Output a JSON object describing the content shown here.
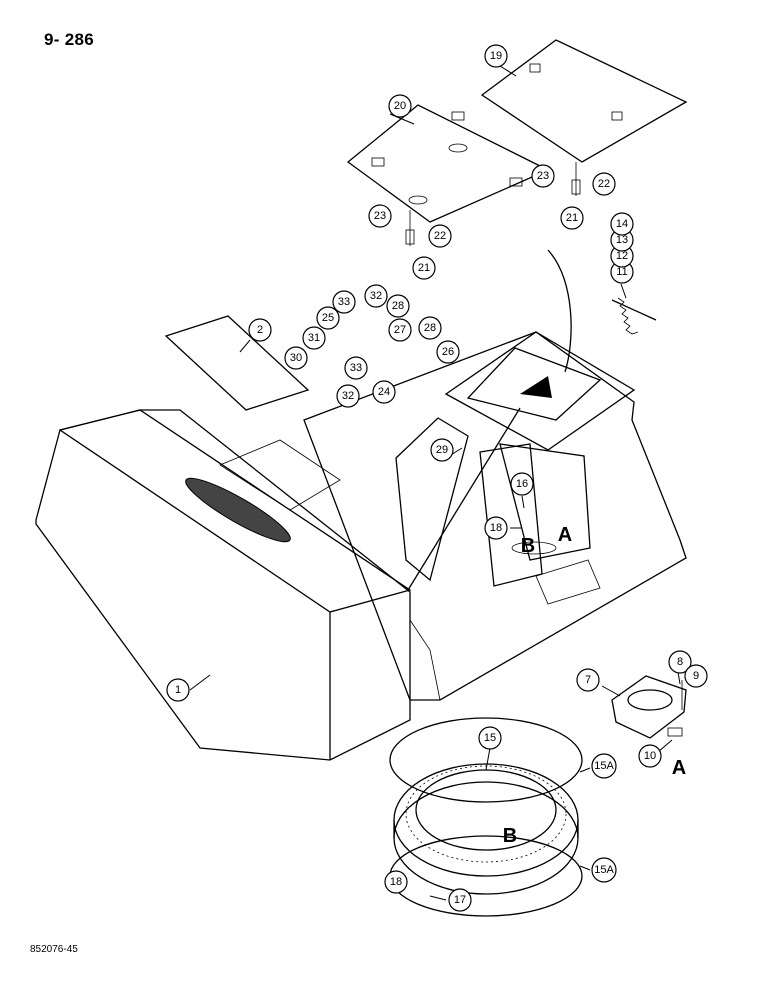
{
  "page_number": "9- 286",
  "figure_code": "852076-45",
  "callouts": [
    {
      "id": "c1",
      "label": "1"
    },
    {
      "id": "c2",
      "label": "2"
    },
    {
      "id": "c7",
      "label": "7"
    },
    {
      "id": "c8",
      "label": "8"
    },
    {
      "id": "c9",
      "label": "9"
    },
    {
      "id": "c10",
      "label": "10"
    },
    {
      "id": "c11",
      "label": "11"
    },
    {
      "id": "c12",
      "label": "12"
    },
    {
      "id": "c13",
      "label": "13"
    },
    {
      "id": "c14",
      "label": "14"
    },
    {
      "id": "c15",
      "label": "15"
    },
    {
      "id": "c15a1",
      "label": "15A"
    },
    {
      "id": "c15a2",
      "label": "15A"
    },
    {
      "id": "c16",
      "label": "16"
    },
    {
      "id": "c17",
      "label": "17"
    },
    {
      "id": "c18a",
      "label": "18"
    },
    {
      "id": "c18b",
      "label": "18"
    },
    {
      "id": "c19",
      "label": "19"
    },
    {
      "id": "c20",
      "label": "20"
    },
    {
      "id": "c21a",
      "label": "21"
    },
    {
      "id": "c21b",
      "label": "21"
    },
    {
      "id": "c22a",
      "label": "22"
    },
    {
      "id": "c22b",
      "label": "22"
    },
    {
      "id": "c23a",
      "label": "23"
    },
    {
      "id": "c23b",
      "label": "23"
    },
    {
      "id": "c24",
      "label": "24"
    },
    {
      "id": "c25",
      "label": "25"
    },
    {
      "id": "c26",
      "label": "26"
    },
    {
      "id": "c27",
      "label": "27"
    },
    {
      "id": "c28a",
      "label": "28"
    },
    {
      "id": "c28b",
      "label": "28"
    },
    {
      "id": "c29",
      "label": "29"
    },
    {
      "id": "c30",
      "label": "30"
    },
    {
      "id": "c31",
      "label": "31"
    },
    {
      "id": "c32a",
      "label": "32"
    },
    {
      "id": "c32b",
      "label": "32"
    },
    {
      "id": "c33a",
      "label": "33"
    },
    {
      "id": "c33b",
      "label": "33"
    }
  ],
  "reference_letters": [
    {
      "id": "refA1",
      "label": "A"
    },
    {
      "id": "refB1",
      "label": "B"
    },
    {
      "id": "refA2",
      "label": "A"
    },
    {
      "id": "refB2",
      "label": "B"
    }
  ]
}
